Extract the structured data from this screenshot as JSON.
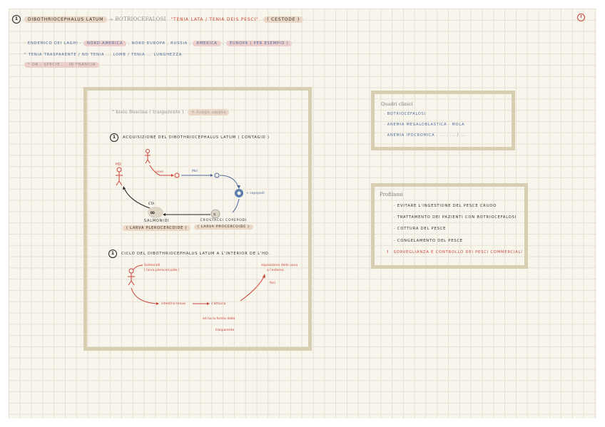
{
  "header": {
    "number": "1",
    "species": "DIBOTHRIOCEPHALUS LATUM",
    "arrow": "→",
    "disease": "BOTRIOCEFALOSI",
    "common": "\"TENIA LATA / TENIA DEIS PESCI\"",
    "group": "( CESTODE )",
    "top_right_icon": "clock-icon"
  },
  "intro": {
    "line1_prefix": "· ENDEMICO DEI LAGHI ·",
    "line1_hl1": "NORD-AMERICA",
    "line1_mid": ", NORD EUROPA , RUSSIA ,",
    "line1_hl2": "AMERICA",
    "line1_mid2": ",",
    "line1_hl3": "EUROPA ( PER ESEMPIO )",
    "line2": "° TENIA TRASPARENTE / NO TENIA ... LOMB / TENIA ... LUNGHEZZA",
    "line3": "° DA : SPECIE ... IN FRANCIA"
  },
  "main": {
    "note": "° bisiu Buscina ( trasparente )",
    "note_tag": "+ lunga ampia",
    "section1": "Acquisizione del Dibothriocephalus latum ( contagio )",
    "section2": "Ciclo del Dibothriocephalus latum a l'interior de l'HD.",
    "diagram1": {
      "ho": "HO",
      "egg_label": "uovo",
      "mol_label": "Mol",
      "copepodi": "+ copepodi",
      "eta": "ETA",
      "salmon_title": "Salmonidi",
      "salmon_sub": "( larva plerocercoide )",
      "crost_title": "Crostacei copepodi",
      "crost_sub": "( larva procercoide )",
      "q": "q"
    },
    "diagram2": {
      "salmon_a": "Salmonidi",
      "salmon_b": "( larva plerocercoide )",
      "expo_a": "esposizione delle uova",
      "expo_b": "a l'esterno",
      "feci": "feci",
      "bussel": "intestino tenue",
      "attack": "s'attacca",
      "result_a": "ed ha la forma della",
      "result_b": "trasparente"
    }
  },
  "quadri": {
    "title": "Quadri clinici",
    "items": [
      "· Botriocefalosi",
      "· anemia megaloblastica · mola",
      "· anemia ipocromica · ... , ... / ..."
    ]
  },
  "profilassi": {
    "title": "Profilassi",
    "items": [
      "· evitare l'ingestione del pesce crudo",
      "· trattamento dei pazienti con botriocefalosi",
      "· cottura del pesce",
      "· congelamento del pesce"
    ],
    "warning": "Sorveglianza e controllo dei pesci commerciali",
    "warning_icon": "alert-icon"
  },
  "colors": {
    "paper": "#f8f5ec",
    "box_border": "#d8ceb2",
    "highlight": "#ead7c6",
    "red": "#c8443a",
    "blue": "#4d6a9d"
  }
}
